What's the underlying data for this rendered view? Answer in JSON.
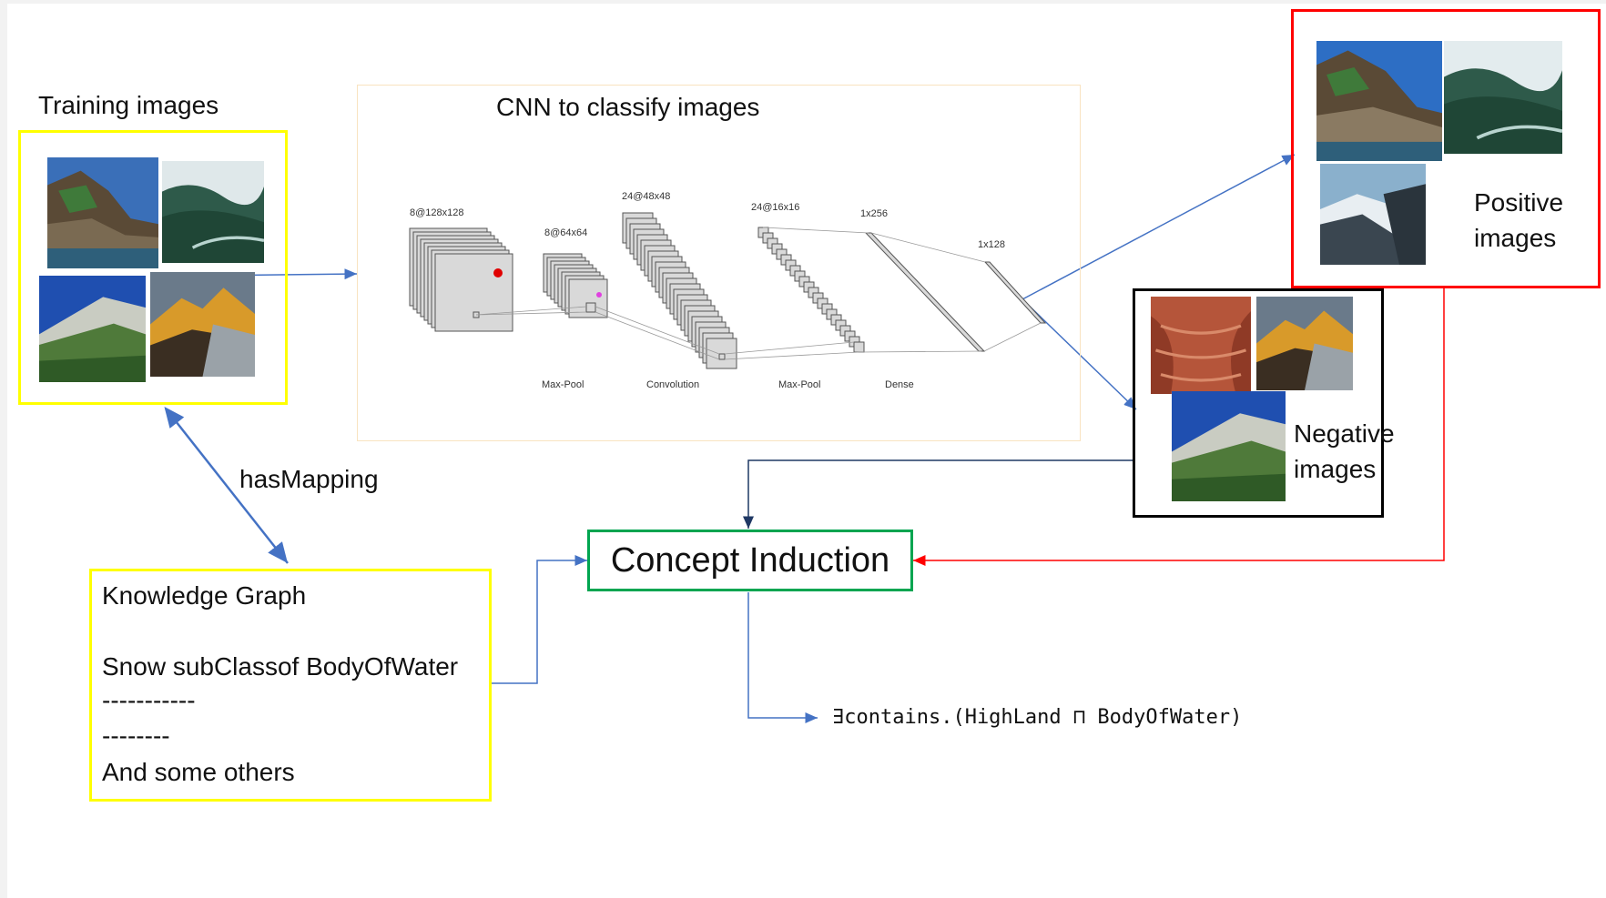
{
  "training": {
    "title": "Training images"
  },
  "cnn": {
    "title": "CNN to classify images",
    "dims": [
      "8@128x128",
      "8@64x64",
      "24@48x48",
      "24@16x16",
      "1x256",
      "1x128"
    ],
    "layers": [
      "Max-Pool",
      "Convolution",
      "Max-Pool",
      "Dense"
    ]
  },
  "positive": {
    "label_line1": "Positive",
    "label_line2": "images",
    "border_color": "#ff0000"
  },
  "negative": {
    "label_line1": "Negative",
    "label_line2": "images",
    "border_color": "#000000"
  },
  "mapping": {
    "label": "hasMapping"
  },
  "kg": {
    "title": "Knowledge Graph",
    "axiom": "Snow subClassof BodyOfWater",
    "dash1": "-----------",
    "dash2": "--------",
    "others": "And some others",
    "border_color": "#ffff00"
  },
  "concept": {
    "label": "Concept Induction",
    "border_color": "#00a550"
  },
  "result": {
    "expression": "∃contains.(HighLand ⊓ BodyOfWater)"
  },
  "colors": {
    "arrow_blue": "#4472c4",
    "arrow_red": "#ff0000"
  }
}
